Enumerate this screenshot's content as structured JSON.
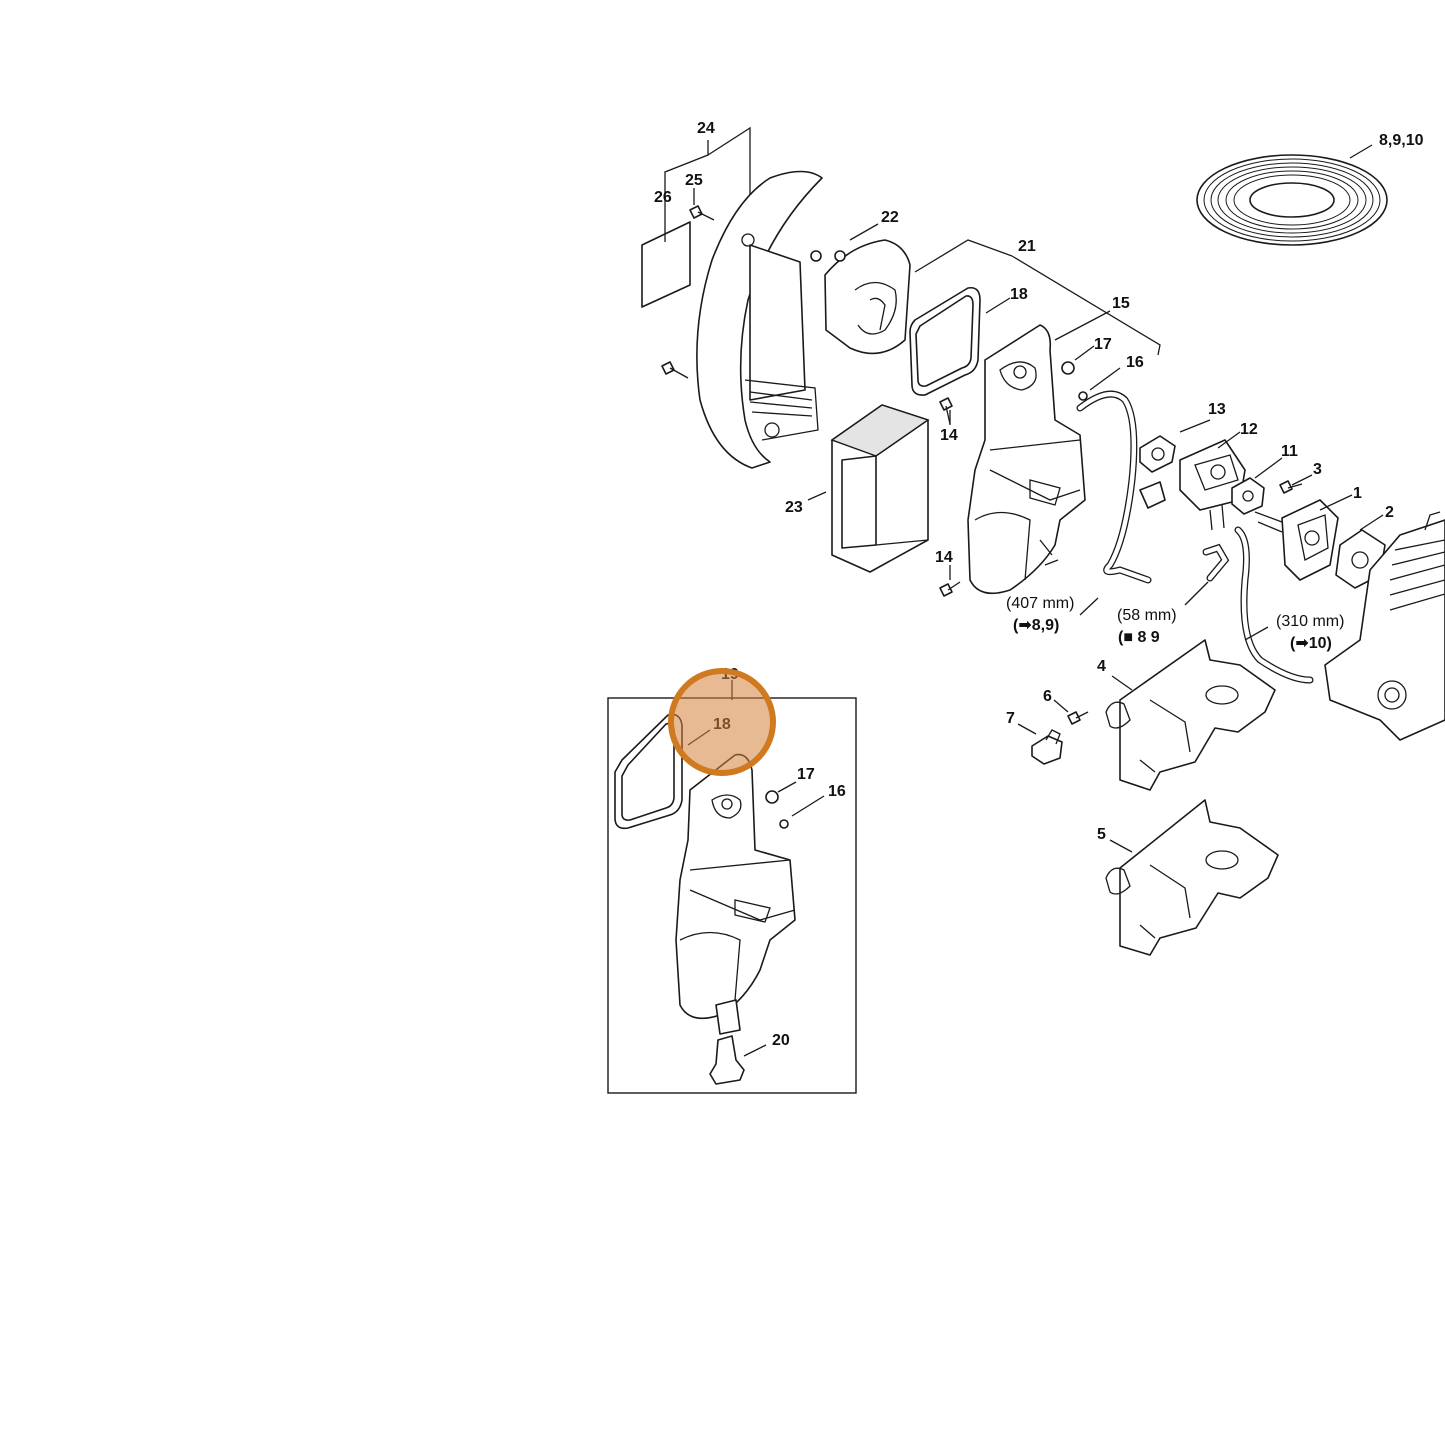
{
  "diagram": {
    "part_numbers": {
      "p1": "1",
      "p2": "2",
      "p3": "3",
      "p4": "4",
      "p5": "5",
      "p6": "6",
      "p7": "7",
      "p8910": "8,9,10",
      "p11": "11",
      "p12": "12",
      "p13": "13",
      "p14a": "14",
      "p14b": "14",
      "p15": "15",
      "p16a": "16",
      "p16b": "16",
      "p17a": "17",
      "p17b": "17",
      "p18a": "18",
      "p18b": "18",
      "p19": "19",
      "p20": "20",
      "p21": "21",
      "p22": "22",
      "p23": "23",
      "p24": "24",
      "p25": "25",
      "p26": "26"
    },
    "hose_notes": {
      "hose_407_length": "(407 mm)",
      "hose_407_ref": "(➡8,9)",
      "hose_58_length": "(58 mm)",
      "hose_58_ref": "(■ 8 9",
      "hose_310_length": "(310 mm)",
      "hose_310_ref": "(➡10)"
    },
    "highlight": {
      "color": "#d07a20",
      "fill": "rgba(214,130,60,0.55)"
    }
  }
}
